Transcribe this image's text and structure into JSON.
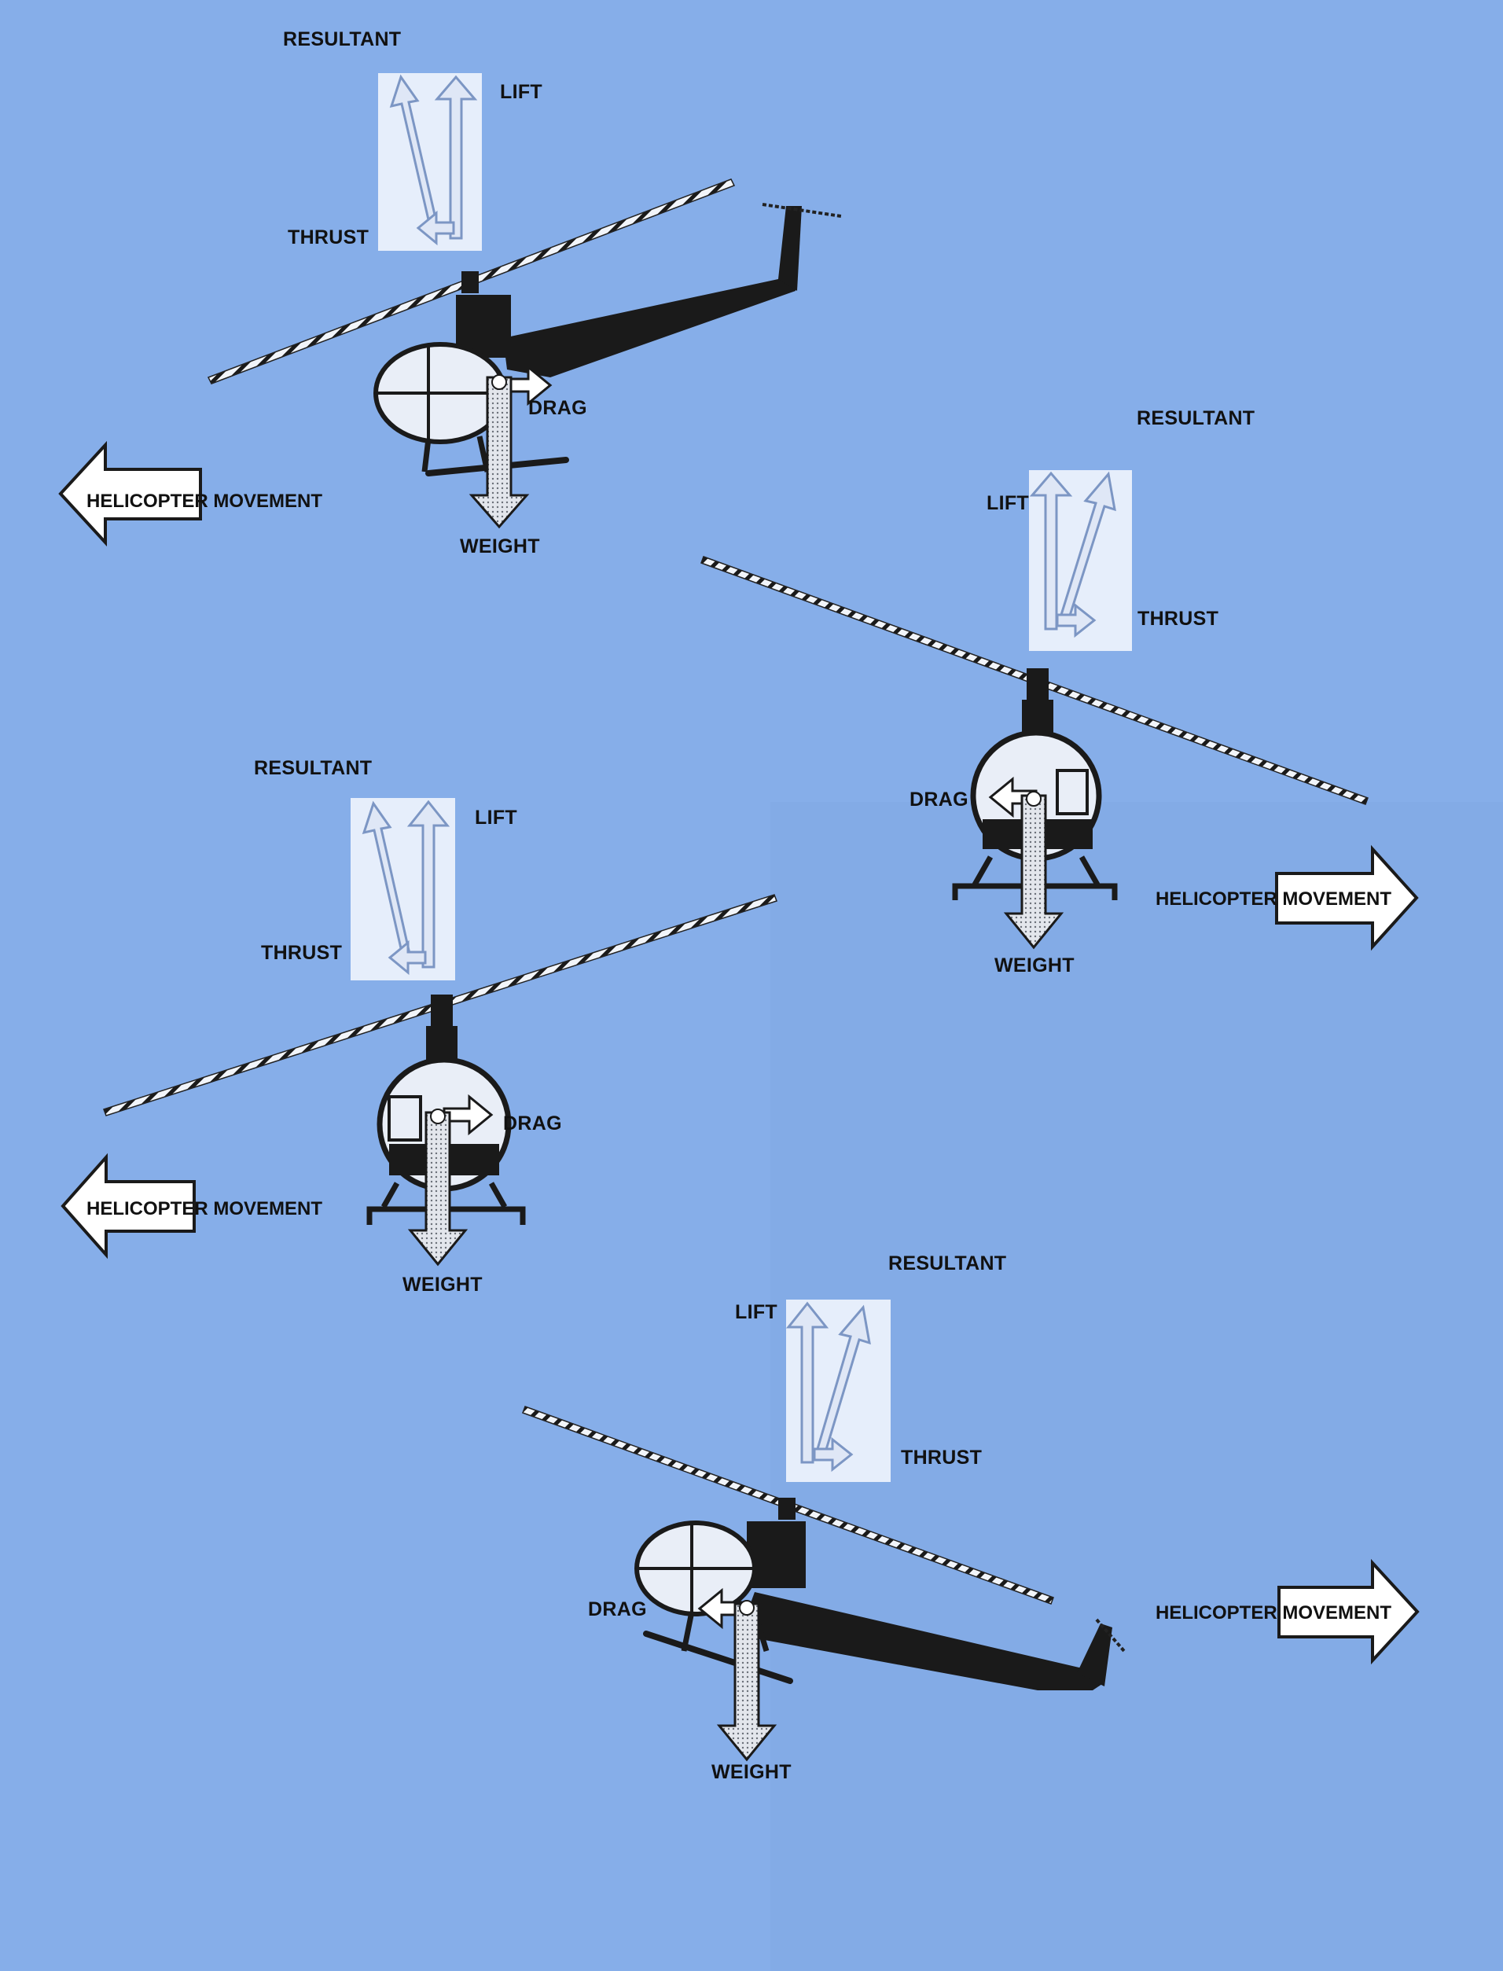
{
  "colors": {
    "background": "#86aee9",
    "panel": "#e6eefb",
    "arrow_fill": "#dfe7f6",
    "ink": "#111111",
    "blade_light": "#f2f5fa",
    "weight_arrow": "#d9dde4"
  },
  "diagrams": [
    {
      "labels": {
        "resultant": "RESULTANT",
        "lift": "LIFT",
        "thrust": "THRUST",
        "drag": "DRAG",
        "weight": "WEIGHT",
        "movement": "HELICOPTER MOVEMENT"
      },
      "movement_direction": "left",
      "view": "side"
    },
    {
      "labels": {
        "resultant": "RESULTANT",
        "lift": "LIFT",
        "thrust": "THRUST",
        "drag": "DRAG",
        "weight": "WEIGHT",
        "movement": "HELICOPTER MOVEMENT"
      },
      "movement_direction": "right",
      "view": "front"
    },
    {
      "labels": {
        "resultant": "RESULTANT",
        "lift": "LIFT",
        "thrust": "THRUST",
        "drag": "DRAG",
        "weight": "WEIGHT",
        "movement": "HELICOPTER MOVEMENT"
      },
      "movement_direction": "left",
      "view": "rear"
    },
    {
      "labels": {
        "resultant": "RESULTANT",
        "lift": "LIFT",
        "thrust": "THRUST",
        "drag": "DRAG",
        "weight": "WEIGHT",
        "movement": "HELICOPTER MOVEMENT"
      },
      "movement_direction": "right",
      "view": "side"
    }
  ]
}
